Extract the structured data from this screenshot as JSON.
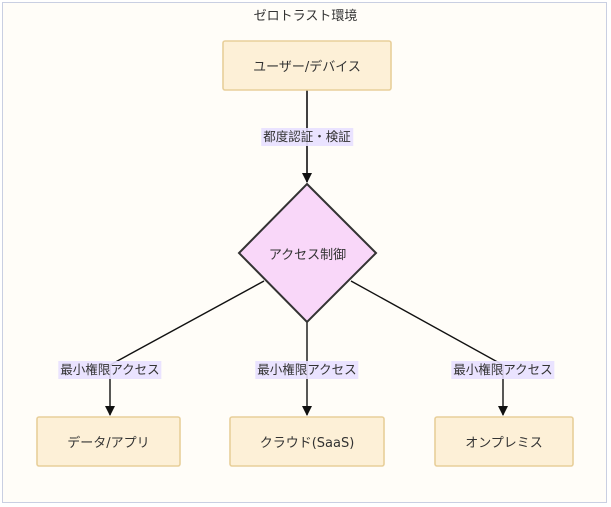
{
  "title": "ゼロトラスト環境",
  "colors": {
    "node_fill": "#fdf0d7",
    "node_stroke": "#e8cf9a",
    "decision_fill": "#f9d7f9",
    "decision_stroke": "#333333",
    "edge": "#111111",
    "label_bg": "#e8e0ff"
  },
  "nodes": {
    "user": "ユーザー/デバイス",
    "access": "アクセス制御",
    "data": "データ/アプリ",
    "cloud": "クラウド(SaaS)",
    "onprem": "オンプレミス"
  },
  "edges": {
    "user_access": "都度認証・検証",
    "access_data": "最小権限アクセス",
    "access_cloud": "最小権限アクセス",
    "access_onprem": "最小権限アクセス"
  }
}
